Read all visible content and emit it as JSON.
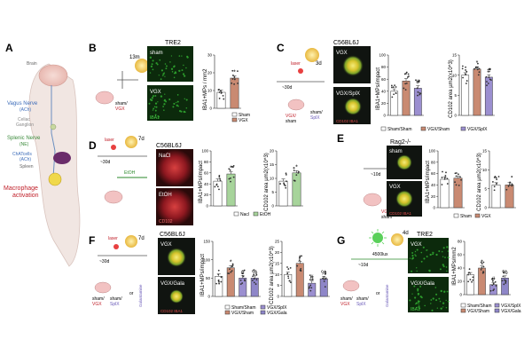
{
  "colors": {
    "sham": "#ffffff",
    "vgx": "#c98a72",
    "splx": "#9b8fd0",
    "gala": "#8e86c8",
    "etoh": "#a7d49b",
    "nacl": "#ffffff",
    "micro_dark": "#101410",
    "micro_green": "#2c9a2c",
    "micro_red": "#b0202a",
    "micro_yellow": "#e8d83a"
  },
  "panels": {
    "A": {
      "letter": "A",
      "labels": {
        "brain": "Brain",
        "vagus": "Vagus Nerve",
        "vagus_sub": "(ACh)",
        "celiac": "Celiac",
        "ganglion": "Ganglion",
        "splenic": "Splenic Nerve",
        "splenic_sub": "(NE)",
        "chat": "ChATcells",
        "chat_sub": "(ACh)",
        "spleen": "Spleen",
        "macrophage": "Macrophage",
        "activation": "activation"
      }
    },
    "B": {
      "letter": "B",
      "time": "13m",
      "protocol": "sham/",
      "protocol2": "VGX",
      "strain": "TRE2",
      "img1": "sham",
      "img2": "VGX",
      "stain": "IBA1",
      "ylabel": "IBA1+MPs / mm2",
      "sig": "*",
      "legend": [
        "Sham",
        "VGX"
      ]
    },
    "C": {
      "letter": "C",
      "time": "3d",
      "pre": "~30d",
      "laser": "laser",
      "protocol": "VGX/",
      "protocol2": "sham",
      "protocol3": "sham/",
      "protocol4": "SplX",
      "strain": "C56BL6J",
      "img1": "VGX",
      "img2": "VGX/SplX",
      "stain": "CD102 IBA1",
      "ylabel1": "IBA1+MPs/impact",
      "ylabel2": "CD102 area µm2(x10^3)",
      "sig": "*",
      "hash": "#",
      "legend": [
        "Sham/Sham",
        "VGX/Sham",
        "VGX/SplX"
      ]
    },
    "D": {
      "letter": "D",
      "time": "7d",
      "pre": "~30d",
      "laser": "laser",
      "drug": "EtOH",
      "strain": "C56BL6J",
      "img1": "NaCl",
      "img2": "EtOH",
      "stain": "CD102",
      "ylabel1": "IBA1+MPs/impact",
      "ylabel2": "CD102 area µm2(x10^3)",
      "sig": "*",
      "legend": [
        "Nacl",
        "EtOH"
      ]
    },
    "E": {
      "letter": "E",
      "time": "7d",
      "pre": "~10d",
      "strain": "Rag2-/-",
      "protocol": "VGX/",
      "protocol2": "sham",
      "img1": "sham",
      "img2": "VGX",
      "stain": "CD102 IBA1",
      "ylabel1": "IBA1+MPs/impact",
      "ylabel2": "CD102 area µm2(x10^3)",
      "legend": [
        "Sham",
        "VGX"
      ]
    },
    "F": {
      "letter": "F",
      "time": "7d",
      "pre": "~30d",
      "laser": "laser",
      "protocol": "sham/",
      "protocol2": "VGX",
      "protocol3": "sham/",
      "protocol4": "SplX",
      "or": "or",
      "drug": "Galantamine",
      "strain": "C56BL6J",
      "img1": "VGX",
      "img2": "VGX/Gala",
      "stain": "CD102 IBA1",
      "ylabel1": "IBA1+MPs/impact",
      "ylabel2": "CD102 area µm2(x10^3)",
      "sig": "*",
      "hash": "#",
      "pct": "%",
      "legend": [
        "Sham/Sham",
        "VGX/Sham",
        "VGX/SplX",
        "VGX/Gala"
      ]
    },
    "G": {
      "letter": "G",
      "time": "4d",
      "light": "4500lux",
      "pre": "~10d",
      "protocol": "sham/",
      "protocol2": "VGX",
      "protocol3": "sham/",
      "protocol4": "SplX",
      "or": "or",
      "drug": "Galantamine",
      "strain": "TRE2",
      "img1": "VGX",
      "img2": "VGX/Gala",
      "stain": "IBA1",
      "ylabel": "IBA1+MPs/mm2",
      "sig": "*",
      "hash": "#",
      "pct": "%",
      "legend": [
        "Sham/Sham",
        "VGX/Sham",
        "VGX/SplX",
        "VGX/Gala"
      ]
    }
  },
  "chart_data": [
    {
      "id": "B",
      "type": "bar",
      "categories": [
        "Sham",
        "VGX"
      ],
      "values": [
        9,
        17
      ],
      "ylim": [
        0,
        30
      ],
      "yticks": [
        0,
        10,
        20,
        30
      ],
      "ylabel": "IBA1+MPs / mm2"
    },
    {
      "id": "C1",
      "type": "bar",
      "categories": [
        "Sham/Sham",
        "VGX/Sham",
        "VGX/SplX"
      ],
      "values": [
        40,
        57,
        45
      ],
      "ylim": [
        0,
        100
      ],
      "yticks": [
        0,
        20,
        40,
        60,
        80,
        100
      ],
      "ylabel": "IBA1+MPs/impact"
    },
    {
      "id": "C2",
      "type": "bar",
      "categories": [
        "Sham/Sham",
        "VGX/Sham",
        "VGX/SplX"
      ],
      "values": [
        10,
        11.5,
        9.5
      ],
      "ylim": [
        0,
        15
      ],
      "yticks": [
        0,
        5,
        10,
        15
      ],
      "ylabel": "CD102 area µm2(x10^3)"
    },
    {
      "id": "D1",
      "type": "bar",
      "categories": [
        "Nacl",
        "EtOH"
      ],
      "values": [
        45,
        58
      ],
      "ylim": [
        0,
        100
      ],
      "yticks": [
        0,
        20,
        40,
        60,
        80,
        100
      ],
      "ylabel": "IBA1+MPs/impact"
    },
    {
      "id": "D2",
      "type": "bar",
      "categories": [
        "Nacl",
        "EtOH"
      ],
      "values": [
        9,
        12
      ],
      "ylim": [
        0,
        20
      ],
      "yticks": [
        0,
        5,
        10,
        15,
        20
      ],
      "ylabel": "CD102 area µm2(x10^3)"
    },
    {
      "id": "E1",
      "type": "bar",
      "categories": [
        "Sham",
        "VGX"
      ],
      "values": [
        50,
        52
      ],
      "ylim": [
        0,
        100
      ],
      "yticks": [
        0,
        20,
        40,
        60,
        80,
        100
      ],
      "ylabel": "IBA1+MPs/impact"
    },
    {
      "id": "E2",
      "type": "bar",
      "categories": [
        "Sham",
        "VGX"
      ],
      "values": [
        6,
        6
      ],
      "ylim": [
        0,
        15
      ],
      "yticks": [
        0,
        5,
        10,
        15
      ],
      "ylabel": "CD102 area µm2(x10^3)"
    },
    {
      "id": "F1",
      "type": "bar",
      "categories": [
        "Sham/Sham",
        "VGX/Sham",
        "VGX/SplX",
        "VGX/Gala"
      ],
      "values": [
        55,
        78,
        50,
        50
      ],
      "ylim": [
        0,
        150
      ],
      "yticks": [
        0,
        50,
        100,
        150
      ],
      "ylabel": "IBA1+MPs/impact"
    },
    {
      "id": "F2",
      "type": "bar",
      "categories": [
        "Sham/Sham",
        "VGX/Sham",
        "VGX/SplX",
        "VGX/Gala"
      ],
      "values": [
        10,
        15,
        6,
        8
      ],
      "ylim": [
        0,
        25
      ],
      "yticks": [
        0,
        5,
        10,
        15,
        20,
        25
      ],
      "ylabel": "CD102 area µm2(x10^3)"
    },
    {
      "id": "G",
      "type": "bar",
      "categories": [
        "Sham/Sham",
        "VGX/Sham",
        "VGX/SplX",
        "VGX/Gala"
      ],
      "values": [
        30,
        40,
        15,
        25
      ],
      "ylim": [
        0,
        80
      ],
      "yticks": [
        0,
        20,
        40,
        60,
        80
      ],
      "ylabel": "IBA1+MPs/mm2"
    }
  ]
}
